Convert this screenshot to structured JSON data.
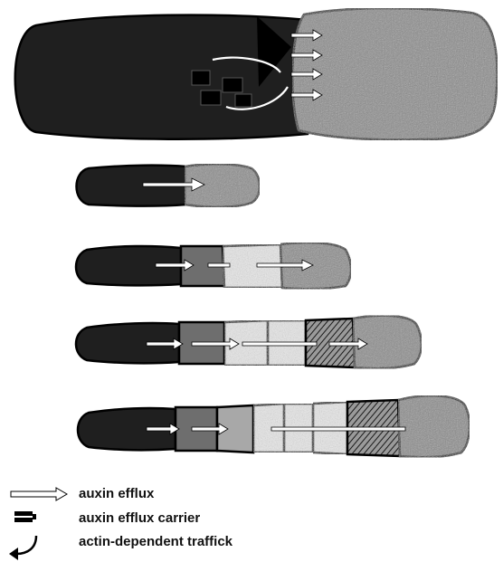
{
  "legend": {
    "auxin_efflux": "auxin efflux",
    "auxin_efflux_carrier": "auxin efflux carrier",
    "actin_dependent_traffick": "actin-dependent traffick"
  },
  "colors": {
    "dark_cell": "#1f1f1f",
    "medium_cell": "#6e6e6e",
    "light_medium_cell": "#a8a8a8",
    "light_cell": "#e8e8e8",
    "hatched_cell": "#7a7a7a",
    "apical_cell": "#8a8a8a",
    "arrow_fill": "#ffffff",
    "outline": "#000000"
  },
  "icons": [
    "white-arrow-icon",
    "efflux-carrier-icon",
    "curved-arrow-icon"
  ]
}
